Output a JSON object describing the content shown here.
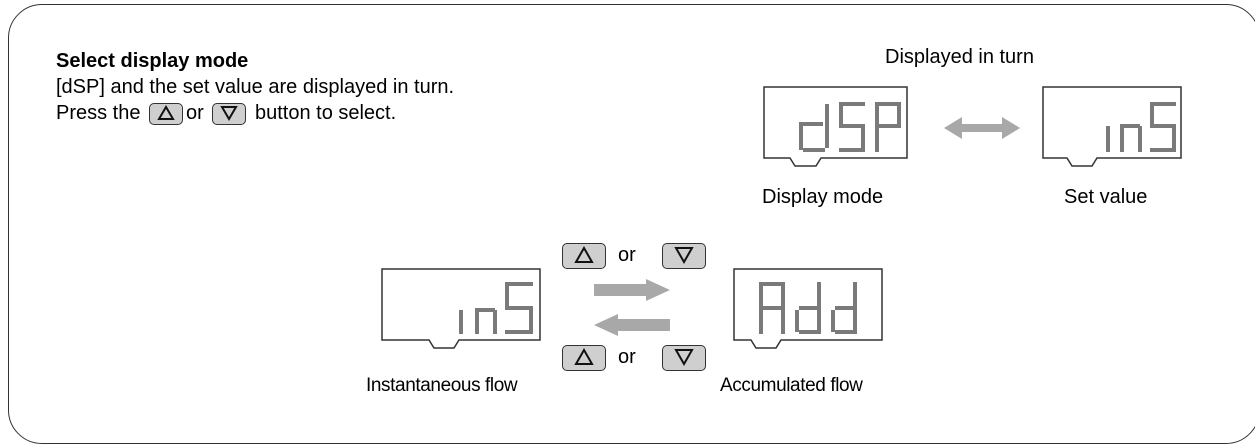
{
  "instructions": {
    "title": "Select display mode",
    "line1": "[dSP] and the set value are displayed in turn.",
    "line2_before": "Press the",
    "line2_or": "or",
    "line2_after": "button to select.",
    "up_button_icon": "up-triangle-icon",
    "down_button_icon": "down-triangle-icon"
  },
  "turn_display": {
    "heading": "Displayed in turn",
    "left_screen": {
      "text": "dSP",
      "caption": "Display mode"
    },
    "right_screen": {
      "text": "inS",
      "caption": "Set value"
    },
    "connector_icon": "double-arrow-icon"
  },
  "flow_switch": {
    "left_screen": {
      "text": "inS",
      "caption": "Instantaneous flow"
    },
    "right_screen": {
      "text": "Add",
      "caption": "Accumulated flow"
    },
    "top_or": "or",
    "bottom_or": "or",
    "forward_arrow_icon": "right-arrow-icon",
    "back_arrow_icon": "left-arrow-icon"
  },
  "colors": {
    "segment": "#7a7a7a",
    "button_fill": "#cfcfcf",
    "arrow": "#a8a8a8",
    "outline": "#333333"
  }
}
